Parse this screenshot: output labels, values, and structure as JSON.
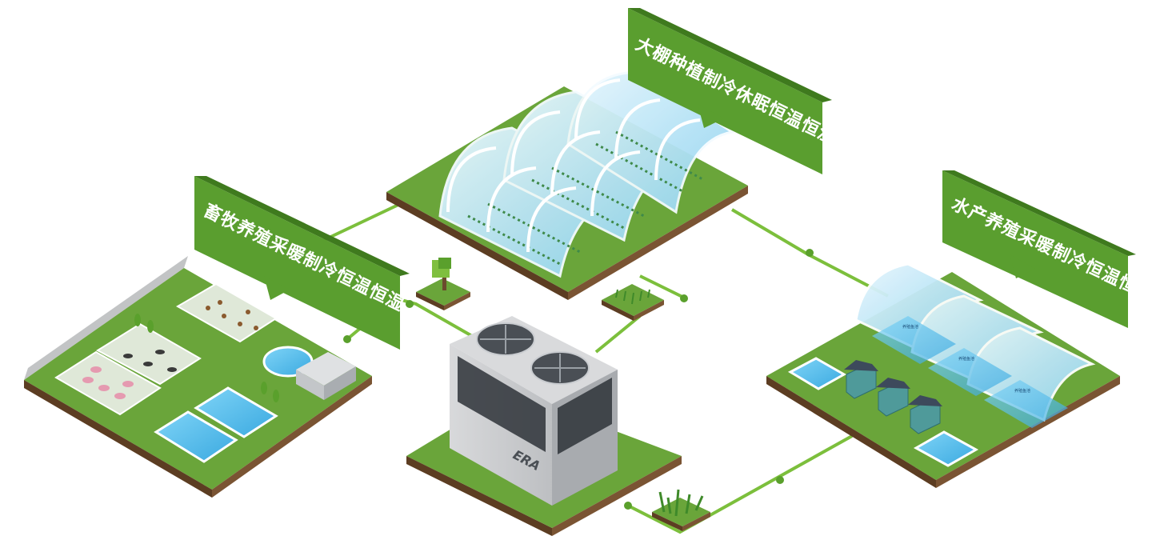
{
  "banners": {
    "greenhouse": "大棚种植制冷休眠恒温恒湿",
    "livestock": "畜牧养殖采暖制冷恒温恒湿",
    "aquaculture": "水产养殖采暖制冷恒温恒湿"
  },
  "unit": {
    "brand": "ERA"
  },
  "pond_labels": [
    "养殖鱼池",
    "养殖鱼池",
    "养殖鱼池"
  ],
  "colors": {
    "banner": "#5a9e2f",
    "banner_side": "#3f7a1e",
    "grass": "#76b043",
    "soil": "#6b4a2e",
    "connector": "#7cbf3c",
    "glass": "#bfe6f5",
    "water": "#5cc2ee"
  }
}
